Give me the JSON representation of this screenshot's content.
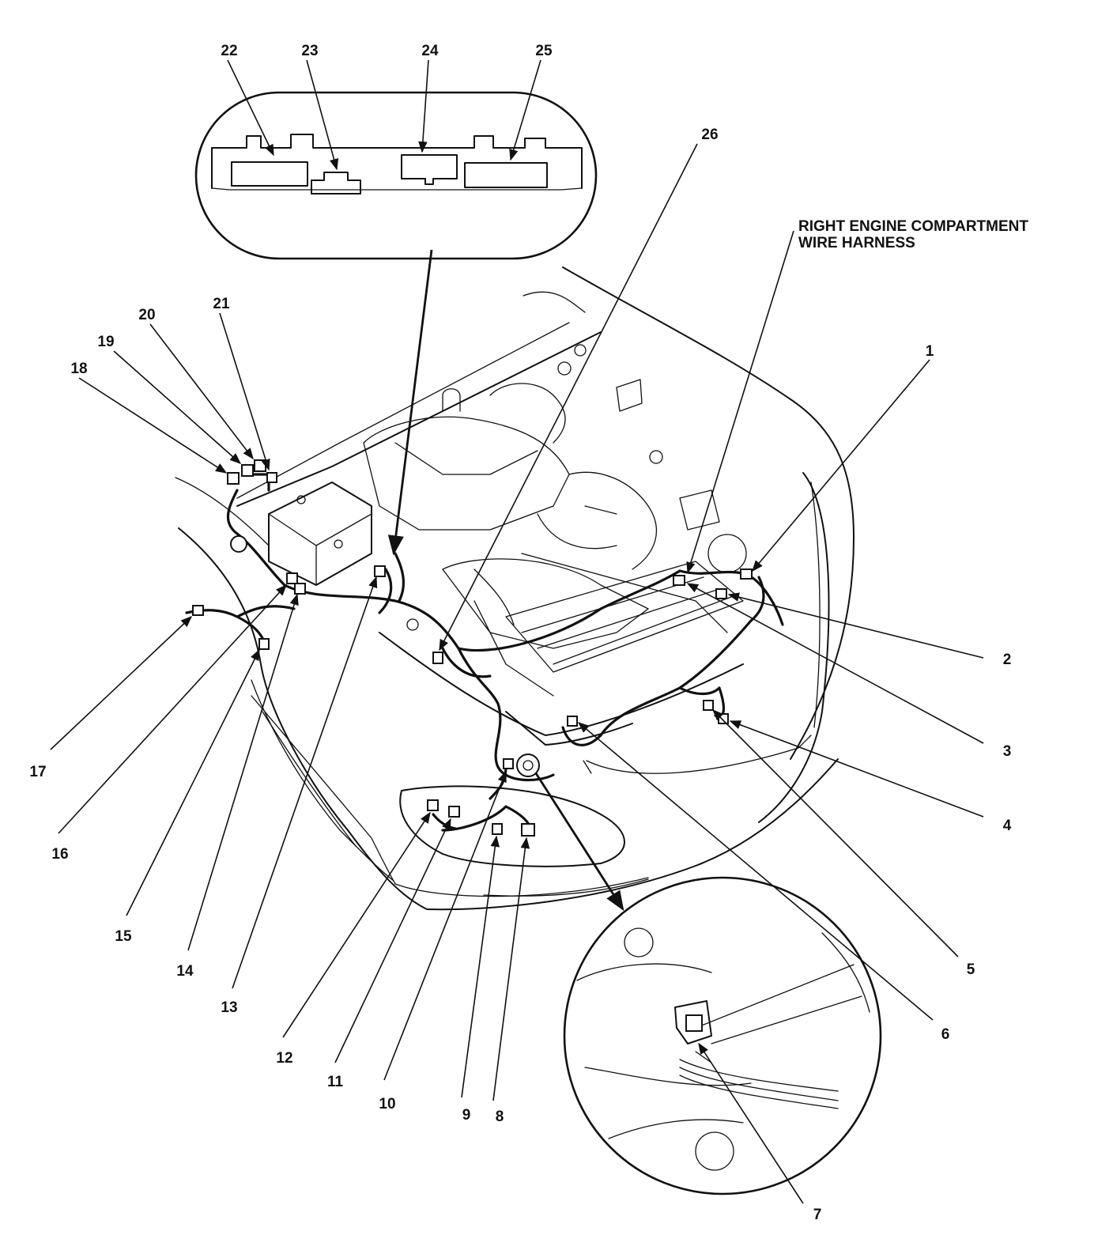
{
  "harness_label": {
    "line1": "RIGHT ENGINE COMPARTMENT",
    "line2": "WIRE HARNESS"
  },
  "callouts": [
    "1",
    "2",
    "3",
    "4",
    "5",
    "6",
    "7",
    "8",
    "9",
    "10",
    "11",
    "12",
    "13",
    "14",
    "15",
    "16",
    "17",
    "18",
    "19",
    "20",
    "21",
    "22",
    "23",
    "24",
    "25",
    "26"
  ]
}
